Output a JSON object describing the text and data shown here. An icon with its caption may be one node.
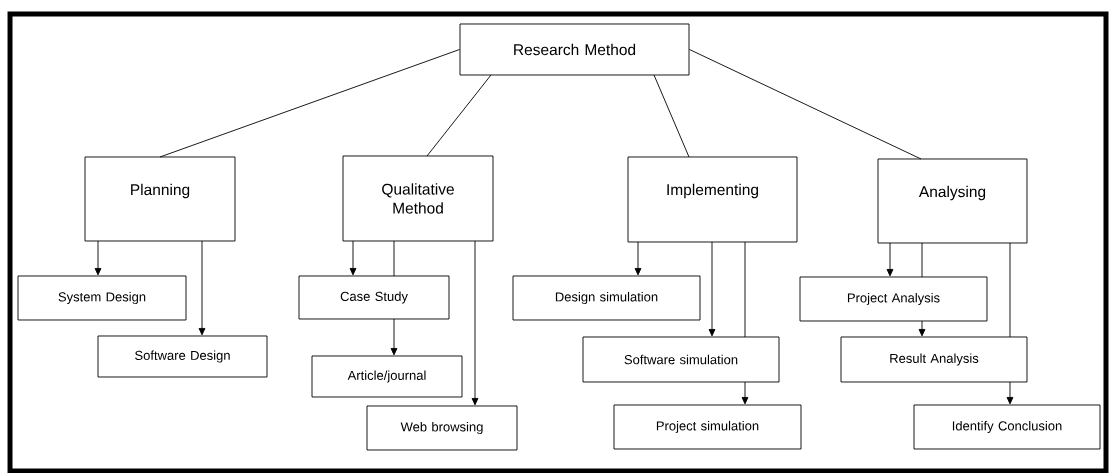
{
  "diagram": {
    "nodes": [
      {
        "text": [
          "Research Method"
        ]
      },
      {
        "text": [
          "Planning"
        ]
      },
      {
        "text": [
          "Qualitative Method"
        ]
      },
      {
        "text": [
          "Implementing"
        ]
      },
      {
        "text": [
          "Analysing"
        ]
      },
      {
        "text": [
          "System Design"
        ]
      },
      {
        "text": [
          "Software Design"
        ]
      },
      {
        "text": [
          "Case Study"
        ]
      },
      {
        "text": [
          "Article/journal"
        ]
      },
      {
        "text": [
          "Web browsing"
        ]
      },
      {
        "text": [
          "Design simulation"
        ]
      },
      {
        "text": [
          "Software simulation"
        ]
      },
      {
        "text": [
          "Project simulation"
        ]
      },
      {
        "text": [
          "Project Analysis"
        ]
      },
      {
        "text": [
          "Result Analysis"
        ]
      },
      {
        "text": [
          "Identify Conclusion"
        ]
      }
    ],
    "edges": [
      {
        "from": 0,
        "to": 1,
        "arrow": "none"
      },
      {
        "from": 0,
        "to": 2,
        "arrow": "none"
      },
      {
        "from": 0,
        "to": 3,
        "arrow": "none"
      },
      {
        "from": 0,
        "to": 4,
        "arrow": "none"
      },
      {
        "from": 1,
        "to": 5,
        "arrow": "to"
      },
      {
        "from": 1,
        "to": 6,
        "arrow": "to"
      },
      {
        "from": 2,
        "to": 7,
        "arrow": "to"
      },
      {
        "from": 2,
        "to": 7,
        "arrow": "none"
      },
      {
        "from": 7,
        "to": 8,
        "arrow": "to"
      },
      {
        "from": 2,
        "to": 9,
        "arrow": "to"
      },
      {
        "from": 3,
        "to": 10,
        "arrow": "to"
      },
      {
        "from": 3,
        "to": 11,
        "arrow": "to"
      },
      {
        "from": 3,
        "to": 11,
        "arrow": "none"
      },
      {
        "from": 11,
        "to": 12,
        "arrow": "to"
      },
      {
        "from": 4,
        "to": 13,
        "arrow": "to"
      },
      {
        "from": 4,
        "to": 13,
        "arrow": "none"
      },
      {
        "from": 13,
        "to": 14,
        "arrow": "to"
      },
      {
        "from": 4,
        "to": 14,
        "arrow": "none"
      },
      {
        "from": 14,
        "to": 15,
        "arrow": "to"
      }
    ]
  }
}
